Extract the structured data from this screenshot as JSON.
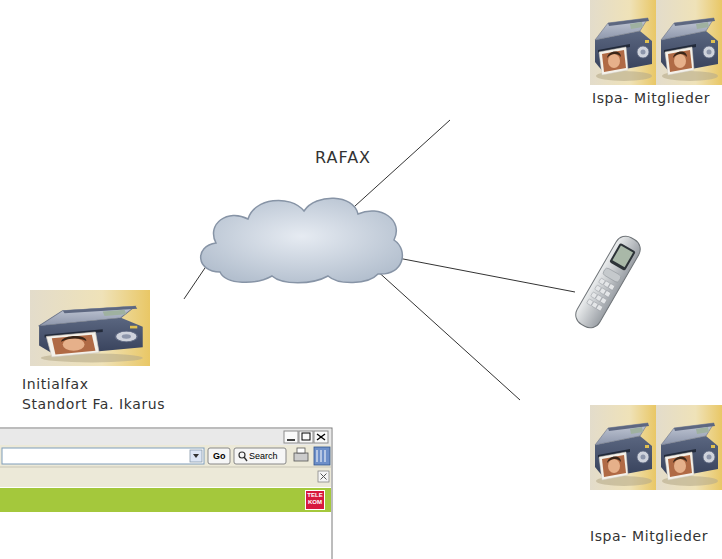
{
  "diagram": {
    "nodes": [
      {
        "text": [
          "Ispa- Mitglieder"
        ]
      },
      {
        "text": [
          "RAFAX"
        ]
      },
      {
        "text": [
          "Initialfax",
          "Standort Fa. Ikarus"
        ]
      },
      {
        "text": [
          "Ispa- Mitglieder"
        ]
      }
    ],
    "edges": [
      {
        "from": 2,
        "to": 1,
        "arrow": "none"
      },
      {
        "from": 1,
        "to": 0,
        "arrow": "none"
      },
      {
        "from": 1,
        "to": 3,
        "arrow": "none"
      }
    ],
    "labels": [
      "Go",
      "Search",
      "TELE KOM"
    ]
  }
}
